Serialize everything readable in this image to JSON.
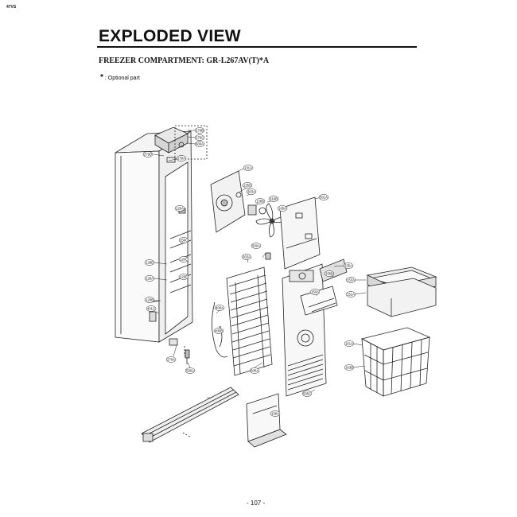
{
  "header": {
    "corner_mark": "47VS",
    "title": "EXPLODED VIEW",
    "subtitle": "FREEZER COMPARTMENT: GR-L267AV(T)*A",
    "note_symbol": "*",
    "note_text": ": Optional part"
  },
  "footer": {
    "page_number": "- 107 -"
  },
  "diagram": {
    "callouts": [
      {
        "id": "c1",
        "label": "279B"
      },
      {
        "id": "c2",
        "label": "279C"
      },
      {
        "id": "c3",
        "label": "600A"
      },
      {
        "id": "c4",
        "label": "279D"
      },
      {
        "id": "c5",
        "label": "279A"
      },
      {
        "id": "c6",
        "label": "131A"
      },
      {
        "id": "c7",
        "label": "135D"
      },
      {
        "id": "c8",
        "label": "303A"
      },
      {
        "id": "c9",
        "label": "136B"
      },
      {
        "id": "c10",
        "label": "316B"
      },
      {
        "id": "c11",
        "label": "501A"
      },
      {
        "id": "c12",
        "label": "105A"
      },
      {
        "id": "c13",
        "label": "120A"
      },
      {
        "id": "c14",
        "label": "156C"
      },
      {
        "id": "c15",
        "label": "128E"
      },
      {
        "id": "c16",
        "label": "120C"
      },
      {
        "id": "c17",
        "label": "128A"
      },
      {
        "id": "c18",
        "label": "126E"
      },
      {
        "id": "c19",
        "label": "120B"
      },
      {
        "id": "c20",
        "label": "401C"
      },
      {
        "id": "c21",
        "label": "279A"
      },
      {
        "id": "c22",
        "label": "500A"
      },
      {
        "id": "c23",
        "label": "400A"
      },
      {
        "id": "c24",
        "label": "400B"
      },
      {
        "id": "c25",
        "label": "303A"
      },
      {
        "id": "c26",
        "label": "500A"
      },
      {
        "id": "c27",
        "label": "500A"
      },
      {
        "id": "c28",
        "label": "335A"
      },
      {
        "id": "c29",
        "label": "335B"
      },
      {
        "id": "c30",
        "label": "150A"
      },
      {
        "id": "c31",
        "label": "153A"
      },
      {
        "id": "c32",
        "label": "151A"
      },
      {
        "id": "c33",
        "label": "151A"
      },
      {
        "id": "c34",
        "label": "163B"
      },
      {
        "id": "c35",
        "label": "505C"
      },
      {
        "id": "c36",
        "label": "158A"
      }
    ]
  }
}
